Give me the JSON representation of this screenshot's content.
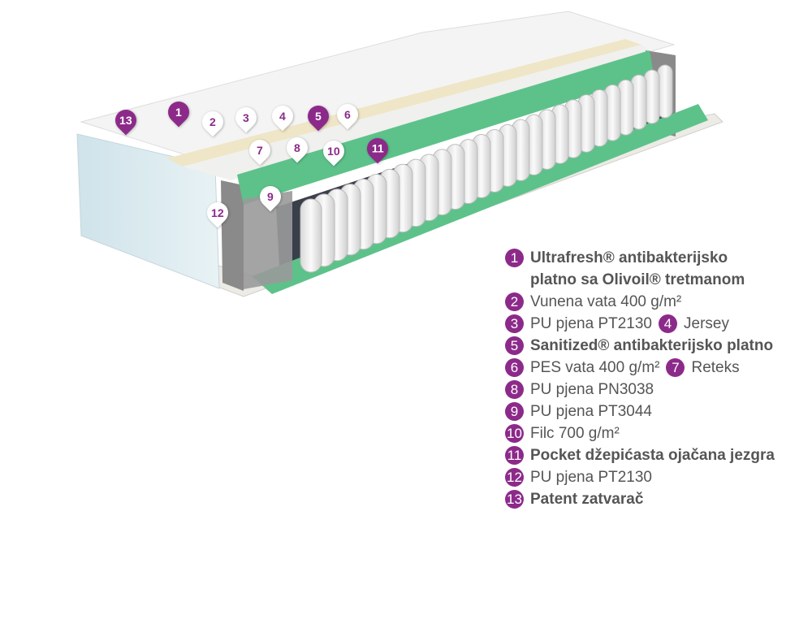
{
  "colors": {
    "accent": "#8c2a8a",
    "foam_green": "#5dc28a",
    "frame_gray": "#8a8a8a"
  },
  "markers": [
    {
      "n": "13",
      "style": "purple"
    },
    {
      "n": "1",
      "style": "purple"
    },
    {
      "n": "2",
      "style": "white"
    },
    {
      "n": "3",
      "style": "white"
    },
    {
      "n": "4",
      "style": "white"
    },
    {
      "n": "5",
      "style": "purple"
    },
    {
      "n": "6",
      "style": "white"
    },
    {
      "n": "7",
      "style": "white"
    },
    {
      "n": "8",
      "style": "white"
    },
    {
      "n": "10",
      "style": "white"
    },
    {
      "n": "11",
      "style": "purple"
    },
    {
      "n": "9",
      "style": "white"
    },
    {
      "n": "12",
      "style": "white"
    }
  ],
  "legend": [
    {
      "n": "1",
      "text": "Ultrafresh® antibakterijsko",
      "cont": "platno sa Olivoil® tretmanom",
      "bold": true
    },
    {
      "n": "2",
      "text": "Vunena vata 400 g/m²"
    },
    {
      "n": "3",
      "text": "PU pjena PT2130",
      "n2": "4",
      "text2": "Jersey"
    },
    {
      "n": "5",
      "text": "Sanitized® antibakterijsko platno",
      "bold": true
    },
    {
      "n": "6",
      "text": "PES vata 400 g/m²",
      "n2": "7",
      "text2": "Reteks"
    },
    {
      "n": "8",
      "text": "PU pjena PN3038"
    },
    {
      "n": "9",
      "text": "PU pjena PT3044"
    },
    {
      "n": "10",
      "text": "Filc 700 g/m²"
    },
    {
      "n": "11",
      "text": "Pocket džepićasta ojačana jezgra",
      "bold": true
    },
    {
      "n": "12",
      "text": "PU pjena PT2130"
    },
    {
      "n": "13",
      "text": "Patent zatvarač",
      "bold": true
    }
  ]
}
